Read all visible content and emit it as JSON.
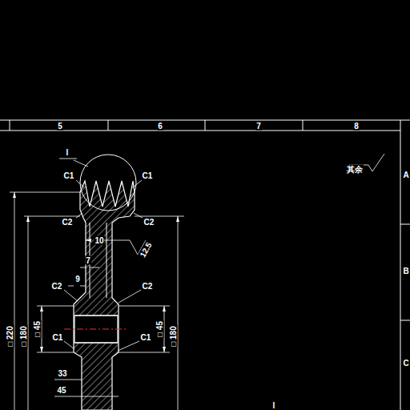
{
  "diagram": {
    "labels": [
      "5",
      "6",
      "7",
      "8",
      "A",
      "B",
      "C",
      "I",
      "C1",
      "C1",
      "C2",
      "C2",
      "10",
      "7",
      "9",
      "C2",
      "C2",
      "C1",
      "C1",
      "33",
      "45",
      "□ 220",
      "□ 180",
      "□ 45",
      "□ 45",
      "□ 180",
      "其余",
      "12.5",
      "I"
    ]
  }
}
